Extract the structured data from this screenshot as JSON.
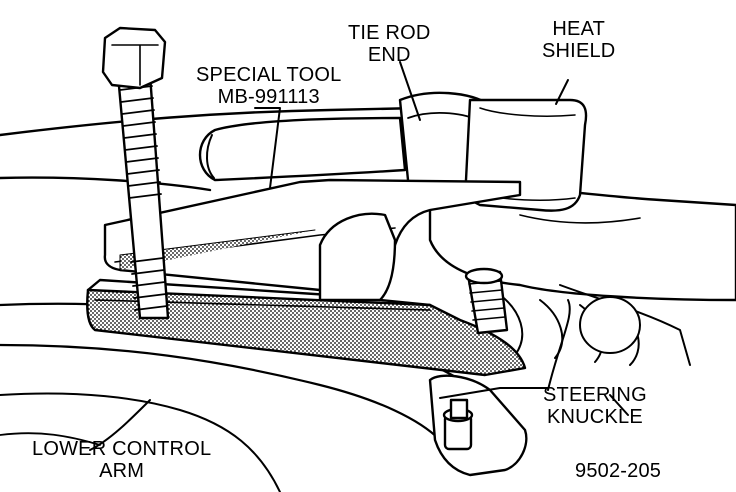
{
  "labels": {
    "special_tool": [
      "SPECIAL TOOL",
      "MB-991113"
    ],
    "tie_rod_end": [
      "TIE ROD",
      "END"
    ],
    "heat_shield": [
      "HEAT",
      "SHIELD"
    ],
    "steering_knuckle": [
      "STEERING",
      "KNUCKLE"
    ],
    "lower_control_arm": [
      "LOWER CONTROL",
      "ARM"
    ],
    "figure_number": "9502-205"
  }
}
